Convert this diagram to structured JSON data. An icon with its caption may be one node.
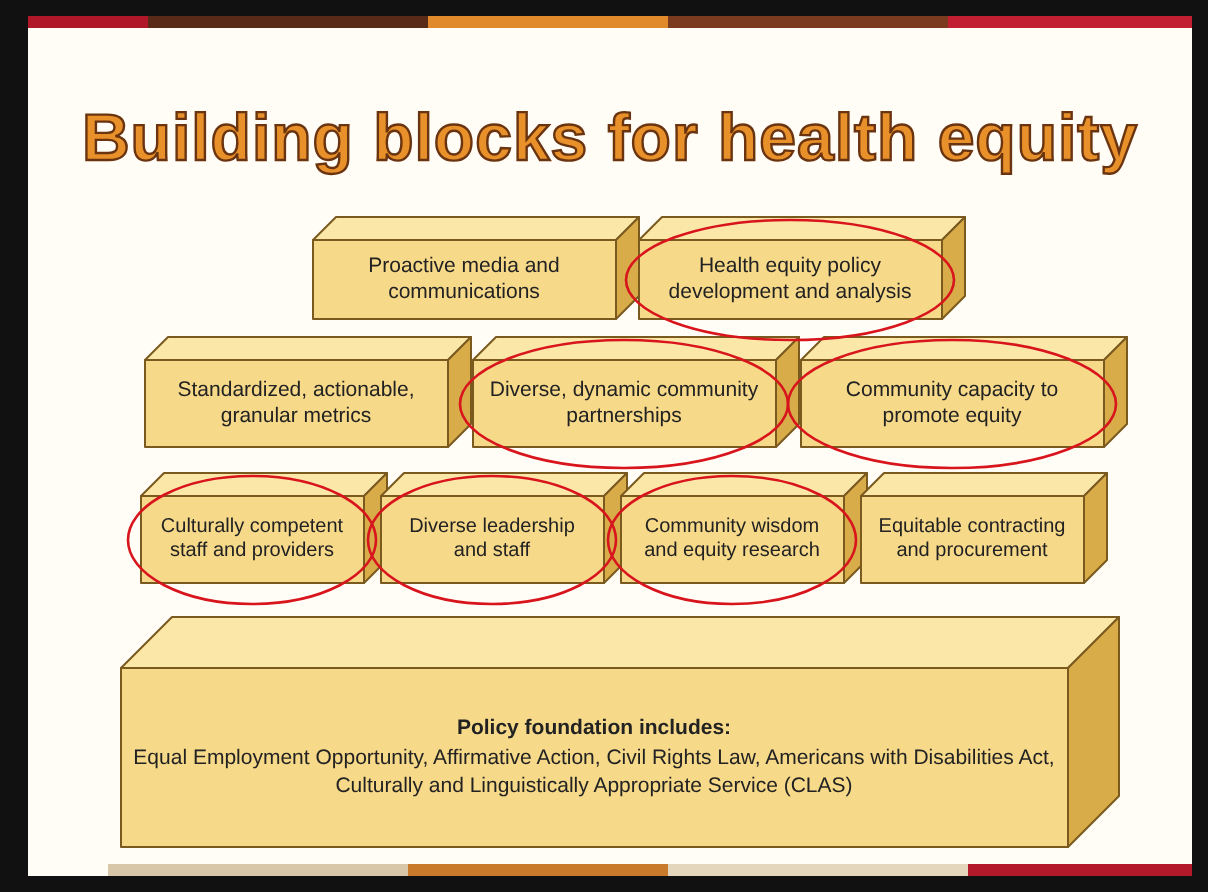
{
  "diagram": {
    "title": "Building blocks for health equity",
    "nodes": [
      {
        "text": [
          "Proactive media and communications"
        ]
      },
      {
        "text": [
          "Health equity policy development and analysis"
        ]
      },
      {
        "text": [
          "Standardized, actionable, granular metrics"
        ]
      },
      {
        "text": [
          "Diverse, dynamic community partnerships"
        ]
      },
      {
        "text": [
          "Community capacity to promote equity"
        ]
      },
      {
        "text": [
          "Culturally competent staff and providers"
        ]
      },
      {
        "text": [
          "Diverse leadership and staff"
        ]
      },
      {
        "text": [
          "Community wisdom and equity research"
        ]
      },
      {
        "text": [
          "Equitable contracting and procurement"
        ]
      },
      {
        "text": [
          "Policy foundation includes:",
          "Equal Employment Opportunity, Affirmative Action, Civil Rights Law, Americans with Disabilities Act, Culturally and Linguistically Appropriate Service (CLAS)"
        ]
      }
    ]
  }
}
